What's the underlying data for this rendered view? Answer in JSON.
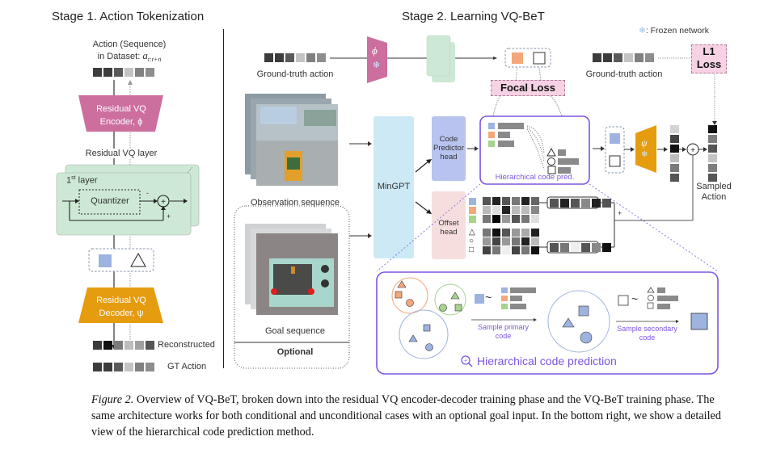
{
  "stage1": {
    "title": "Stage 1. Action Tokenization",
    "action_label_line1": "Action (Sequence)",
    "action_label_line2": "in Dataset: ",
    "action_symbol": "a",
    "action_subscript": "t:t+n",
    "encoder_line1": "Residual VQ",
    "encoder_line2": "Encoder, ϕ",
    "rvq_layer_label": "Residual VQ layer",
    "first_layer_label": "1",
    "first_layer_sup": "st",
    "first_layer_rest": " layer",
    "quantizer_label": "Quantizer",
    "minus": "-",
    "plus": "+",
    "decoder_line1": "Residual VQ",
    "decoder_line2": "Decoder, ψ",
    "reconstructed_label": "Reconstructed",
    "gt_label": "GT Action",
    "action_seq_colors": [
      "#3c3c3c",
      "#3c3c3c",
      "#5a5a5a",
      "#c4c4c4",
      "#808080",
      "#8e8e8e"
    ],
    "reconstructed_colors": [
      "#3a3a3a",
      "#111111",
      "#7a7a7a",
      "#bdbdbd",
      "#a0a0a0",
      "#555555"
    ],
    "gt_colors": [
      "#3c3c3c",
      "#3c3c3c",
      "#5a5a5a",
      "#c4c4c4",
      "#808080",
      "#8e8e8e"
    ]
  },
  "stage2": {
    "title": "Stage 2. Learning VQ-BeT",
    "gt_action_label": "Ground-truth action",
    "gt_action_label2": "Ground-truth action",
    "gt_colors": [
      "#3c3c3c",
      "#3c3c3c",
      "#5a5a5a",
      "#c4c4c4",
      "#808080",
      "#8e8e8e"
    ],
    "encoder_symbol": "ϕ",
    "decoder_symbol": "ψ",
    "snowflake": "❄",
    "frozen_legend": ": Frozen network",
    "focal_loss": "Focal Loss",
    "l1_line1": "L1",
    "l1_line2": "Loss",
    "observation_label": "Observation sequence",
    "goal_label": "Goal sequence",
    "optional_label": "Optional",
    "mingpt_label": "MinGPT",
    "code_head_line1": "Code",
    "code_head_line2": "Predictor",
    "code_head_line3": "head",
    "offset_head_line1": "Offset",
    "offset_head_line2": "head",
    "hier_pred_small": "Hierarchical code pred.",
    "sampled_line1": "Sampled",
    "sampled_line2": "Action",
    "plus": "+",
    "decoded_colors": [
      "#d4d4d4",
      "#444444",
      "#111111",
      "#bdbdbd",
      "#7a7a7a",
      "#555555"
    ],
    "sampled_colors": [
      "#111111",
      "#7e7e7e",
      "#555555",
      "#c4c4c4",
      "#7e7e7e",
      "#555555"
    ],
    "offset_rows": [
      [
        "#555",
        "#222",
        "#555",
        "#777",
        "#222",
        "#666"
      ],
      [
        "#bbb",
        "#ddd",
        "#222",
        "#bbb",
        "#bbb",
        "#888"
      ],
      [
        "#777",
        "#000",
        "#999",
        "#555",
        "#777",
        "#ddd"
      ],
      [
        "#777",
        "#111",
        "#555",
        "#999",
        "#aaa",
        "#222"
      ],
      [
        "#999",
        "#444",
        "#999",
        "#777",
        "#222",
        "#bbb"
      ],
      [
        "#444",
        "#777",
        "#eee",
        "#444",
        "#777",
        "#111"
      ]
    ],
    "offset_selected_top": [
      "#555",
      "#222",
      "#555",
      "#888",
      "#222",
      "#555"
    ],
    "offset_selected_bottom": [
      "#555",
      "#777",
      "#eee",
      "#555",
      "#888",
      "#111"
    ]
  },
  "detail": {
    "title": "Hierarchical code prediction",
    "sample_primary_line1": "Sample primary",
    "sample_primary_line2": "code",
    "sample_secondary_line1": "Sample secondary",
    "sample_secondary_line2": "code",
    "tilde": "~"
  },
  "colors": {
    "blue": "#9db3e0",
    "orange": "#f4a87a",
    "green": "#a6d38e",
    "pink": "#cc6f9f",
    "gold": "#e59c0f",
    "mint": "#cde9d5",
    "sky": "#cde9f5",
    "lavender": "#b8c3f0",
    "rose": "#f7dede",
    "purple": "#7d55e0"
  },
  "caption": {
    "label": "Figure 2.",
    "text": " Overview of VQ-BeT, broken down into the residual VQ encoder-decoder training phase and the  VQ-BeT training phase. The same architecture works for both conditional and unconditional cases with an optional goal input. In the bottom right, we show a detailed view of the hierarchical code prediction method."
  }
}
